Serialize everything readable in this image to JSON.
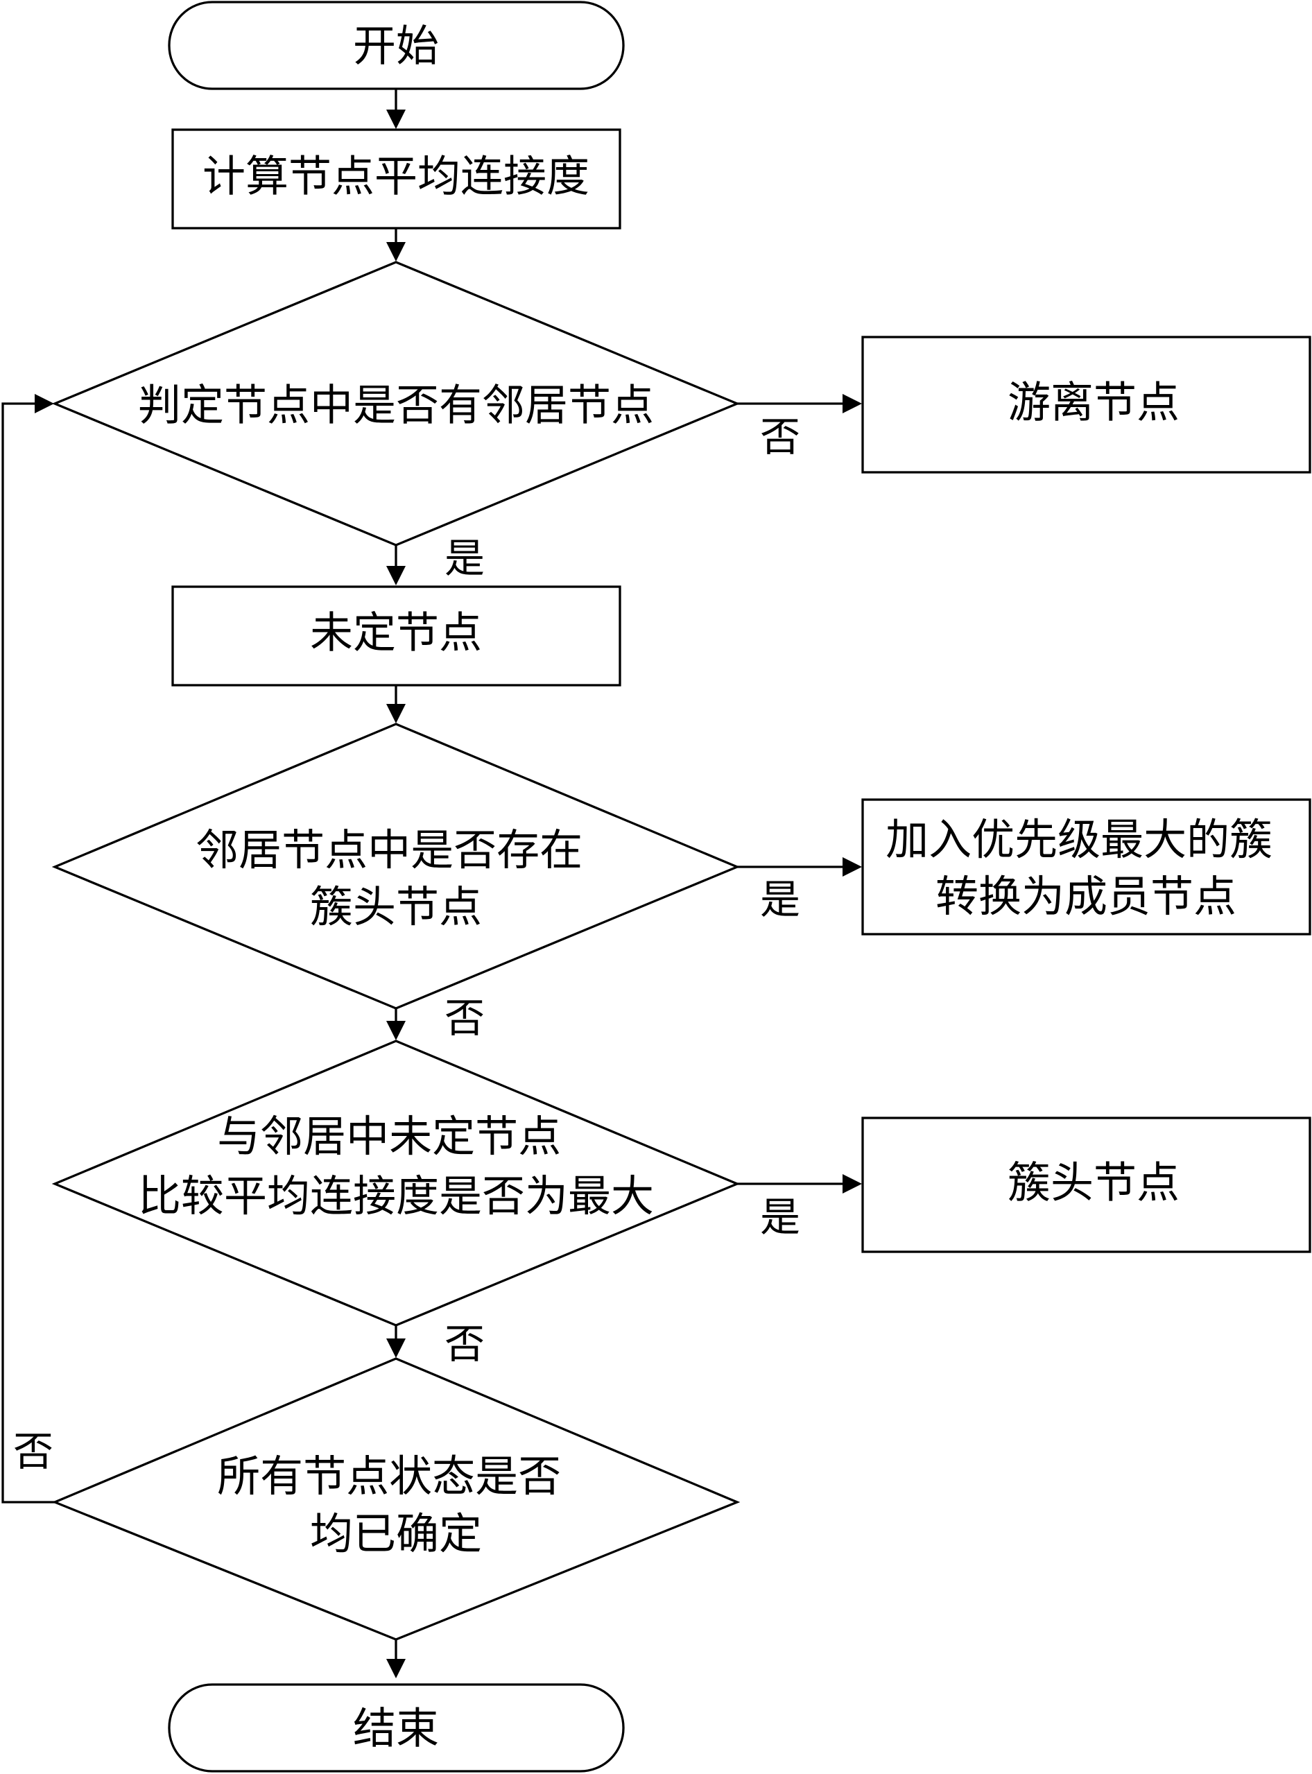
{
  "nodes": {
    "start": "开始",
    "compute_degree": "计算节点平均连接度",
    "has_neighbor": "判定节点中是否有邻居节点",
    "isolated": "游离节点",
    "undetermined": "未定节点",
    "cluster_head_exists": [
      "邻居节点中是否存在",
      "簇头节点"
    ],
    "join_cluster": [
      "加入优先级最大的簇",
      "转换为成员节点"
    ],
    "max_degree": [
      "与邻居中未定节点",
      "比较平均连接度是否为最大"
    ],
    "cluster_head": "簇头节点",
    "all_determined": [
      "所有节点状态是否",
      "均已确定"
    ],
    "end": "结束"
  },
  "labels": {
    "has_neighbor_no": "否",
    "has_neighbor_yes": "是",
    "cluster_head_exists_yes": "是",
    "cluster_head_exists_no": "否",
    "max_degree_yes": "是",
    "max_degree_no": "否",
    "all_determined_no": "否"
  }
}
